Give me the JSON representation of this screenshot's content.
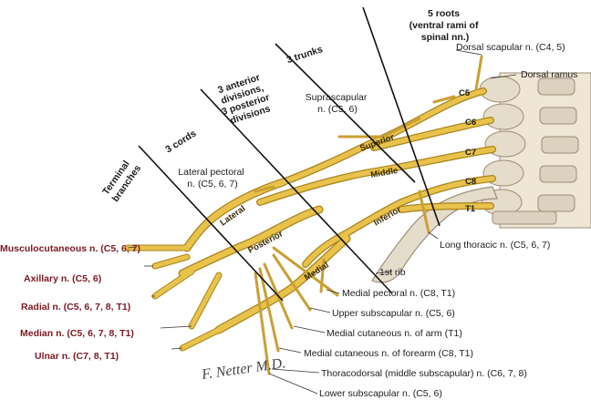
{
  "zones": {
    "roots": [
      "5 roots",
      "(ventral rami of",
      "spinal nn.)"
    ],
    "trunks": "3 trunks",
    "divisions": [
      "3 anterior",
      "divisions,",
      "3 posterior",
      "divisions"
    ],
    "cords": "3 cords",
    "terminal": [
      "Terminal",
      "branches"
    ]
  },
  "roots": [
    "C5",
    "C6",
    "C7",
    "C8",
    "T1"
  ],
  "trunks": [
    "Superior",
    "Middle",
    "Inferior"
  ],
  "cords": [
    "Lateral",
    "Posterior",
    "Medial"
  ],
  "terminal_branches": [
    "Musculocutaneous n. (C5, 6, 7)",
    "Axillary n. (C5, 6)",
    "Radial n. (C5, 6, 7, 8, T1)",
    "Median n. (C5, 6, 7, 8, T1)",
    "Ulnar n. (C7, 8, T1)"
  ],
  "labels": {
    "dorsal_scapular": "Dorsal scapular n. (C4, 5)",
    "dorsal_ramus": "Dorsal ramus",
    "suprascapular": [
      "Suprascapular",
      "n. (C5, 6)"
    ],
    "lateral_pectoral": [
      "Lateral pectoral",
      "n. (C5, 6, 7)"
    ],
    "long_thoracic": "Long thoracic n. (C5, 6, 7)",
    "first_rib": "1st rib",
    "medial_pectoral": "Medial pectoral n. (C8, T1)",
    "upper_subscapular": "Upper subscapular n. (C5, 6)",
    "medial_cut_arm": "Medial cutaneous n. of arm (T1)",
    "medial_cut_forearm": "Medial cutaneous n. of forearm (C8, T1)",
    "thoracodorsal": "Thoracodorsal (middle subscapular) n. (C6, 7, 8)",
    "lower_subscapular": "Lower subscapular n. (C5, 6)"
  },
  "signature": "F. Netter M.D.",
  "colors": {
    "nerve": "#e8c24a",
    "nerve_edge": "#a8841c",
    "bone": "#e6dccb",
    "bone_edge": "#9c8e76",
    "term_label": "#7a1a22"
  }
}
